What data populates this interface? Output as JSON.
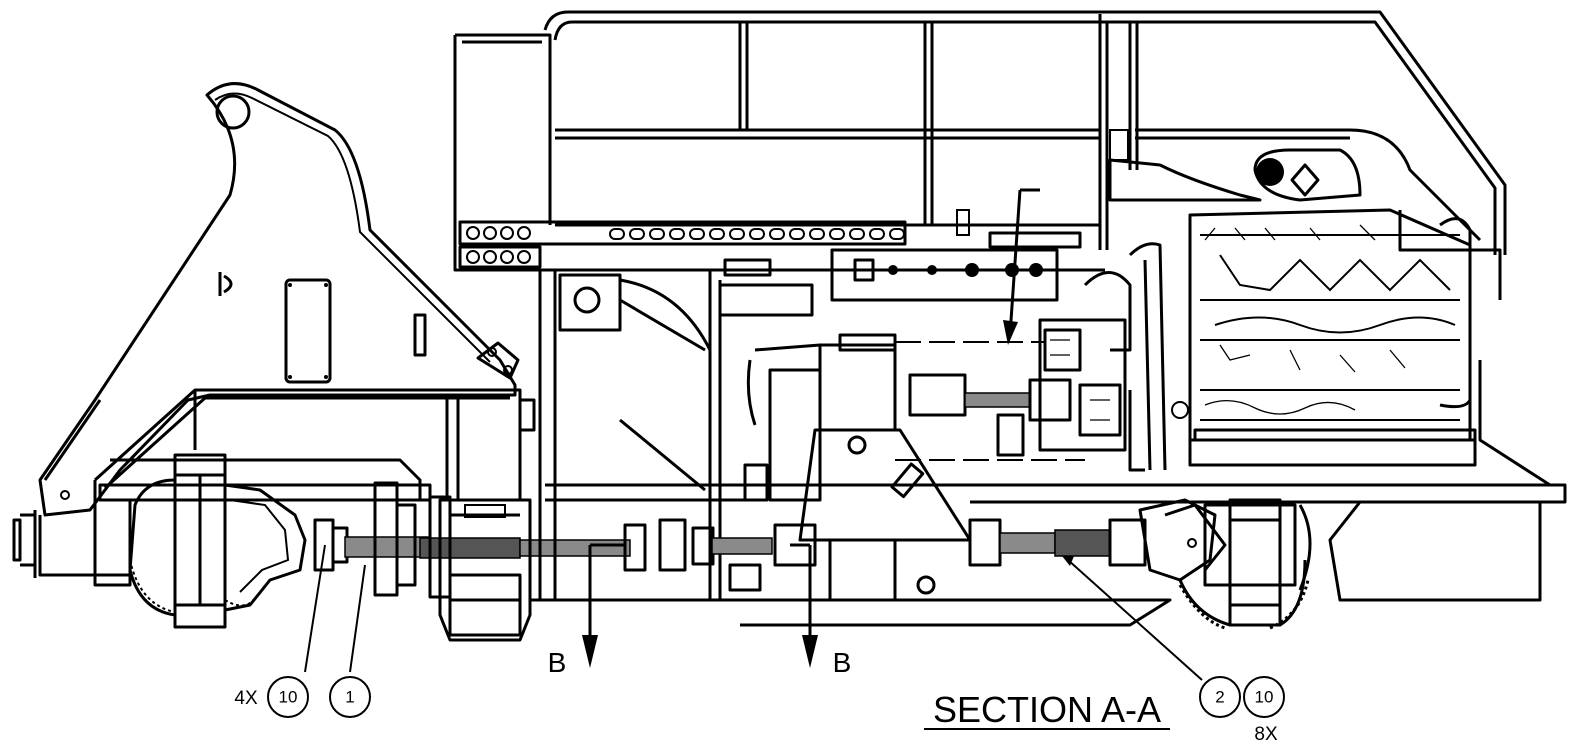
{
  "section_title": "SECTION A-A",
  "section_markers": {
    "left": "B",
    "right": "B"
  },
  "balloons": [
    {
      "item": "10",
      "qty": "4X"
    },
    {
      "item": "1",
      "qty": ""
    },
    {
      "item": "2",
      "qty": ""
    },
    {
      "item": "10",
      "qty": "8X"
    }
  ]
}
